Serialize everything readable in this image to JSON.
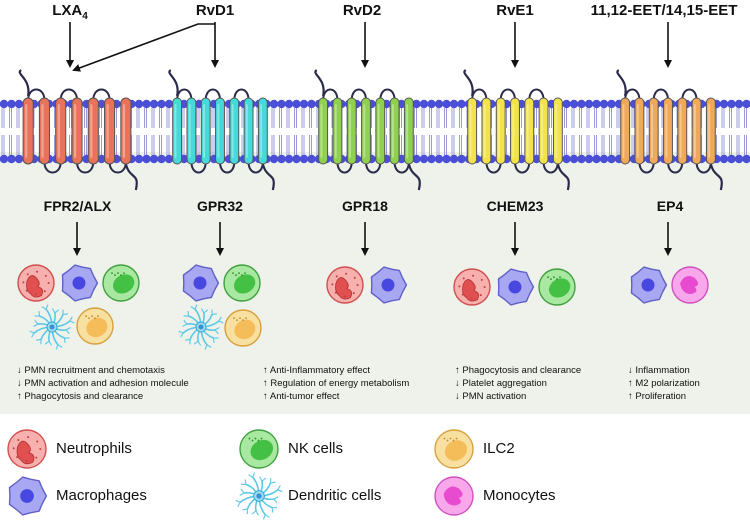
{
  "ligands": [
    {
      "id": "lxa4",
      "base": "LXA",
      "sub": "4"
    },
    {
      "id": "rvd1",
      "base": "RvD1",
      "sub": ""
    },
    {
      "id": "rvd2",
      "base": "RvD2",
      "sub": ""
    },
    {
      "id": "rve1",
      "base": "RvE1",
      "sub": ""
    },
    {
      "id": "eet",
      "base": "11,12-EET/14,15-EET",
      "sub": ""
    }
  ],
  "receptors": [
    "FPR2/ALX",
    "GPR32",
    "GPR18",
    "CHEM23",
    "EP4"
  ],
  "effects": [
    [
      "↓ PMN recruitment and chemotaxis",
      "↓ PMN activation and adhesion molecule",
      "↑ Phagocytosis and clearance"
    ],
    [
      "↑ Anti-Inflammatory effect",
      "↑ Regulation of energy metabolism",
      "↑ Anti-tumor effect"
    ],
    [
      "↑ Phagocytosis and clearance",
      "↓ Platelet aggregation",
      "↓ PMN activation"
    ],
    [
      "↓ Inflammation",
      "↑ M2 polarization",
      "↑ Proliferation"
    ]
  ],
  "legend": [
    {
      "cell": "neutrophil",
      "label": "Neutrophils"
    },
    {
      "cell": "nk",
      "label": "NK cells"
    },
    {
      "cell": "ilc2",
      "label": "ILC2"
    },
    {
      "cell": "macrophage",
      "label": "Macrophages"
    },
    {
      "cell": "dendritic",
      "label": "Dendritic cells"
    },
    {
      "cell": "monocyte",
      "label": "Monocytes"
    }
  ],
  "colors": {
    "receptor_fills": [
      "#e8735a",
      "#45d9d9",
      "#8fd14f",
      "#f2e34c",
      "#f0a95a"
    ],
    "membrane_blue": "#4b4fd6",
    "panel_bg": "#eef2ea",
    "neutrophil": "#f08a8a",
    "macrophage": "#8a8af0",
    "nk": "#5fd35f",
    "ilc2": "#f5c870",
    "monocyte": "#f078d8",
    "dendritic": "#5cc8e8"
  }
}
